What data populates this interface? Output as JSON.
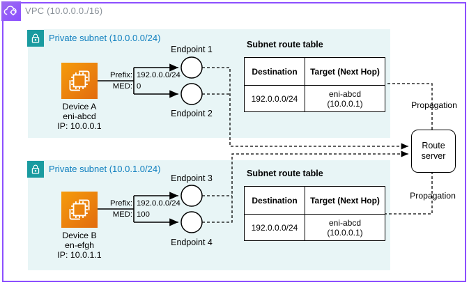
{
  "vpc": {
    "label": "VPC (10.0.0.0./16)"
  },
  "subnet1": {
    "title": "Private subnet (10.0.0.0/24)",
    "device": {
      "line1": "Device A",
      "line2": "eni-abcd",
      "line3": "IP: 10.0.0.1"
    },
    "prefix_label": "Prefix:",
    "prefix_value": "192.0.0.0/24",
    "med_label": "MED:",
    "med_value": "0",
    "endpoint1": "Endpoint 1",
    "endpoint2": "Endpoint 2",
    "table": {
      "title": "Subnet route table",
      "col_destination": "Destination",
      "col_target": "Target (Next Hop)",
      "row_destination": "192.0.0.0/24",
      "row_target_line1": "eni-abcd",
      "row_target_line2": "(10.0.0.1)"
    }
  },
  "subnet2": {
    "title": "Private subnet (10.0.1.0/24)",
    "device": {
      "line1": "Device B",
      "line2": "en-efgh",
      "line3": "IP: 10.0.1.1"
    },
    "prefix_label": "Prefix:",
    "prefix_value": "192.0.0.0/24",
    "med_label": "MED:",
    "med_value": "100",
    "endpoint3": "Endpoint 3",
    "endpoint4": "Endpoint 4",
    "table": {
      "title": "Subnet route table",
      "col_destination": "Destination",
      "col_target": "Target (Next Hop)",
      "row_destination": "192.0.0.0/24",
      "row_target_line1": "eni-abcd",
      "row_target_line2": "(10.0.0.1)"
    }
  },
  "route_server": {
    "label": "Route server"
  },
  "propagation_top": "Propagation",
  "propagation_bottom": "Propagation",
  "colors": {
    "vpc_border": "#8C4FFF",
    "vpc_icon_bg": "#8C4FFF",
    "subnet_bg": "#E8F5F6",
    "subnet_title_text": "#0F7FBF",
    "lock_icon_bg": "#1A9BA0",
    "device_icon_gradient_start": "#F59B0C",
    "device_icon_gradient_end": "#E26C0F",
    "line_color": "#000000"
  }
}
